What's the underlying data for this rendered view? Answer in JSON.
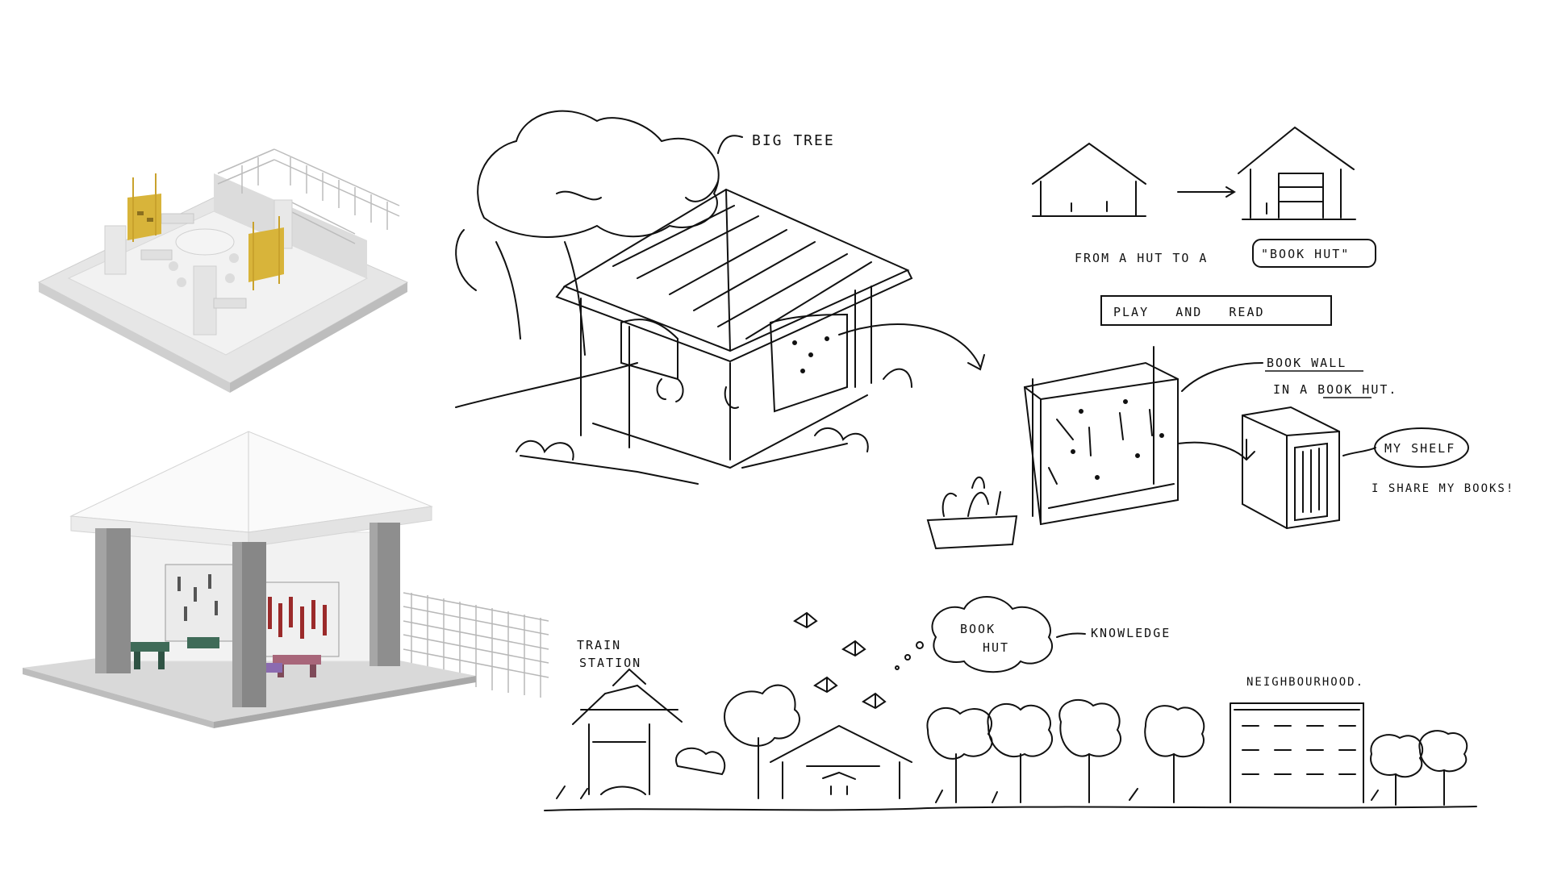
{
  "annotations": {
    "big_tree": "BIG TREE",
    "from_hut": "FROM A HUT TO A",
    "book_hut_quote": "\"BOOK HUT\"",
    "play_and_read": "PLAY   AND   READ",
    "book_wall_1": "BOOK WALL",
    "book_wall_2": "IN A BOOK HUT.",
    "my_shelf": "MY SHELF",
    "share_books": "I SHARE MY BOOKS!",
    "train_station_1": "TRAIN",
    "train_station_2": "STATION",
    "bubble_1": "BOOK",
    "bubble_2": "HUT",
    "knowledge": "KNOWLEDGE",
    "neighbourhood": "NEIGHBOURHOOD."
  },
  "colors": {
    "ink": "#111111",
    "render_gold": "#d8b43a",
    "render_grey": "#8c8c8c",
    "render_light": "#eeeeee",
    "panel_red": "#9b2a2a",
    "bench_green": "#3f6b58",
    "bench_purple": "#8b6bb0",
    "bench_mauve": "#a8667a"
  }
}
